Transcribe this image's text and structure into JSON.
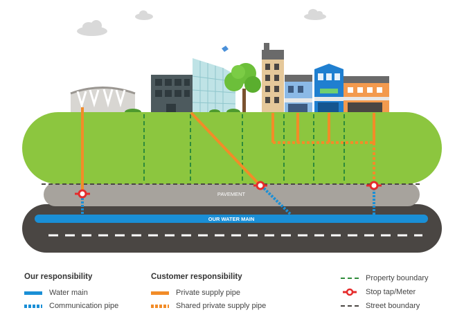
{
  "labels": {
    "pavement": "PAVEMENT",
    "water_main": "OUR WATER MAIN"
  },
  "legend": {
    "our_heading": "Our responsibility",
    "customer_heading": "Customer responsibility",
    "items": {
      "water_main": "Water main",
      "communication_pipe": "Communication pipe",
      "private_supply_pipe": "Private supply pipe",
      "shared_private_supply_pipe": "Shared private supply pipe",
      "property_boundary": "Property boundary",
      "stop_tap_meter": "Stop tap/Meter",
      "street_boundary": "Street boundary"
    }
  },
  "colors": {
    "water_blue": "#1a8fd6",
    "pipe_orange": "#f28c28",
    "grass_green": "#8cc63f",
    "boundary_green": "#2e8b3a",
    "pavement_grey": "#a7a39d",
    "road_dark": "#4a4643",
    "stop_tap_red": "#e52b2b",
    "street_boundary_dark": "#4a4643"
  }
}
